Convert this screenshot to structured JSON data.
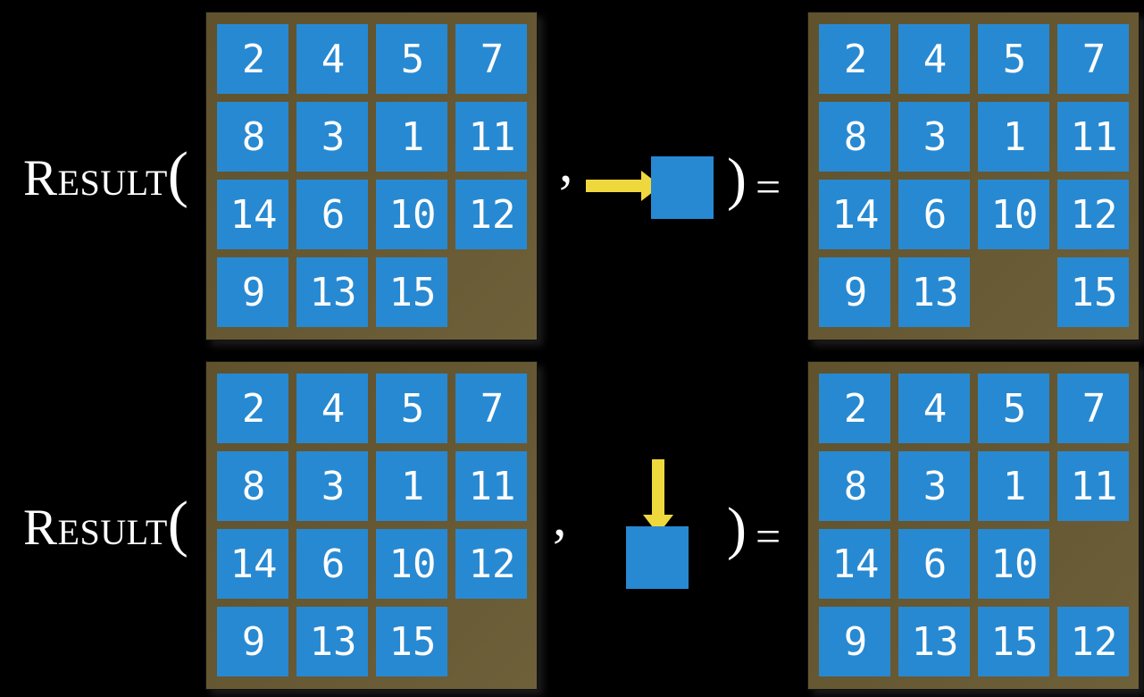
{
  "colors": {
    "background": "#000000",
    "tile_blue": "#2789d2",
    "board_brown": "#665833",
    "arrow_yellow": "#eed83e",
    "text_white": "#ffffff"
  },
  "label": {
    "function": "Result",
    "open_paren": "(",
    "comma": ",",
    "close_paren": ")",
    "equals": "="
  },
  "examples": [
    {
      "name": "move-right",
      "arrow_direction": "right",
      "before": [
        [
          2,
          4,
          5,
          7
        ],
        [
          8,
          3,
          1,
          11
        ],
        [
          14,
          6,
          10,
          12
        ],
        [
          9,
          13,
          15,
          null
        ]
      ],
      "after": [
        [
          2,
          4,
          5,
          7
        ],
        [
          8,
          3,
          1,
          11
        ],
        [
          14,
          6,
          10,
          12
        ],
        [
          9,
          13,
          null,
          15
        ]
      ]
    },
    {
      "name": "move-down",
      "arrow_direction": "down",
      "before": [
        [
          2,
          4,
          5,
          7
        ],
        [
          8,
          3,
          1,
          11
        ],
        [
          14,
          6,
          10,
          12
        ],
        [
          9,
          13,
          15,
          null
        ]
      ],
      "after": [
        [
          2,
          4,
          5,
          7
        ],
        [
          8,
          3,
          1,
          11
        ],
        [
          14,
          6,
          10,
          null
        ],
        [
          9,
          13,
          15,
          12
        ]
      ]
    }
  ]
}
